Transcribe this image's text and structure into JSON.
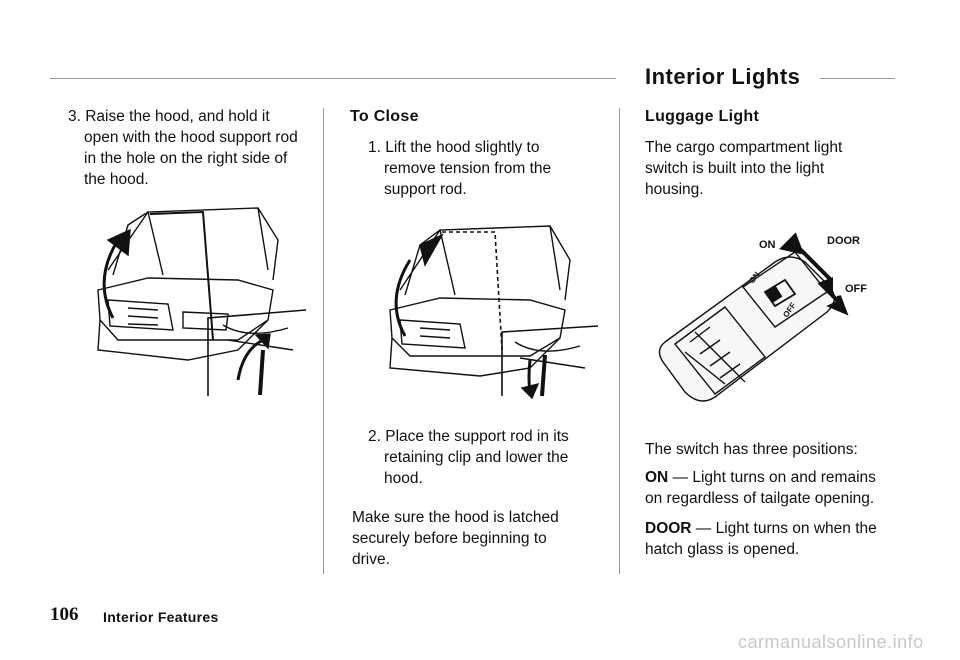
{
  "header": {
    "title": "Interior Lights"
  },
  "left_column": {
    "step3": "3. Raise the hood, and hold it open with the hood support rod in the hole on the right side of the hood."
  },
  "middle_column": {
    "heading": "To Close",
    "step1": "1. Lift the hood slightly to remove tension from the support rod.",
    "step2": "2. Place the support rod in its retaining clip and lower the hood.",
    "note": "Make sure the hood is latched securely before beginning to drive."
  },
  "right_column": {
    "heading": "Luggage Light",
    "intro": "The cargo compartment light switch is built into the light housing.",
    "diagram_labels": {
      "on": "ON",
      "door": "DOOR",
      "off": "OFF",
      "switch_on": "ON",
      "switch_off": "OFF"
    },
    "positions_intro": "The switch has three positions:",
    "on_term": "ON",
    "on_desc": " — Light turns on and remains on regardless of tailgate opening.",
    "door_term": "DOOR",
    "door_desc": " — Light turns on when the hatch glass is opened."
  },
  "footer": {
    "page_number": "106",
    "section": "Interior Features"
  },
  "watermark": "carmanualsonline.info"
}
